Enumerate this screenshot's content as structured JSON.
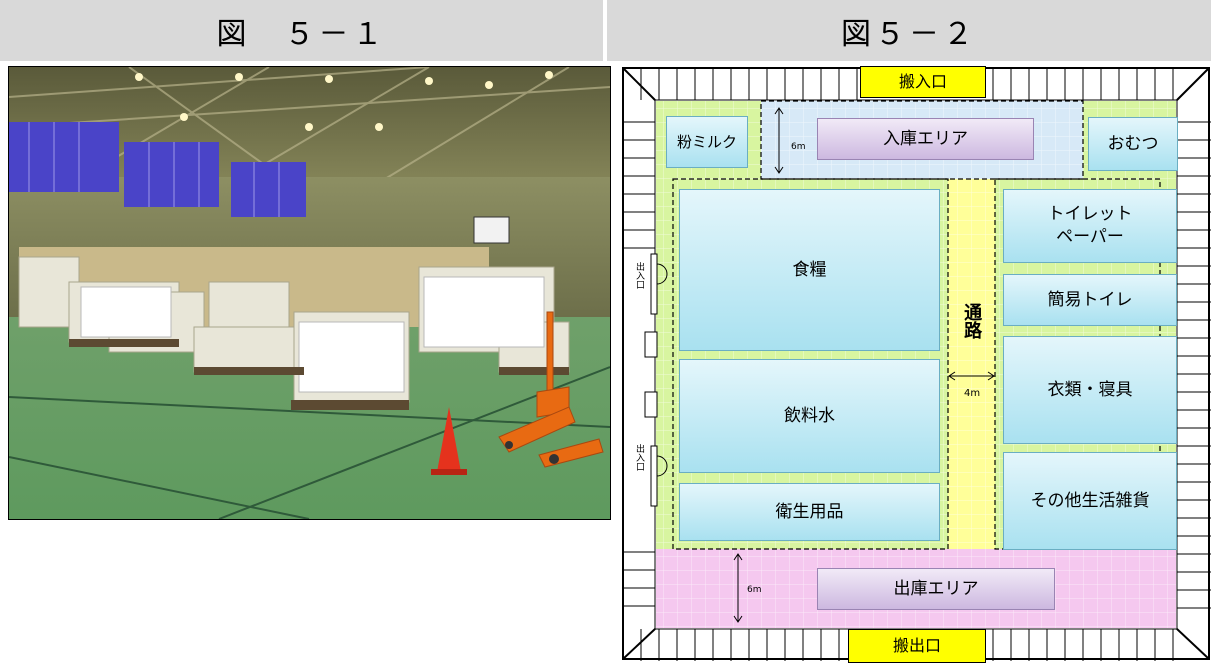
{
  "figure1": {
    "title": "図　５－１"
  },
  "figure2": {
    "title": "図５－２",
    "entrance_label": "搬入口",
    "exit_label": "搬出口",
    "side_door_label": "出入口",
    "inbound_area": "入庫エリア",
    "outbound_area": "出庫エリア",
    "inbound_depth": "6m",
    "outbound_depth": "6m",
    "aisle_label": "通路",
    "aisle_width": "4m",
    "zones": {
      "powdered_milk": "粉ミルク",
      "diapers": "おむつ",
      "food": "食糧",
      "water": "飲料水",
      "hygiene": "衛生用品",
      "toilet_paper_line1": "トイレット",
      "toilet_paper_line2": "ペーパー",
      "portable_toilet": "簡易トイレ",
      "clothing_bedding": "衣類・寝具",
      "other_goods": "その他生活雑貨"
    },
    "colors": {
      "inbound_band": "#d7e9f7",
      "outbound_band": "#f5c8ef",
      "aisle": "#ffff99",
      "storage_floor": "#d8f5a0",
      "door_highlight": "#ffff00"
    }
  }
}
